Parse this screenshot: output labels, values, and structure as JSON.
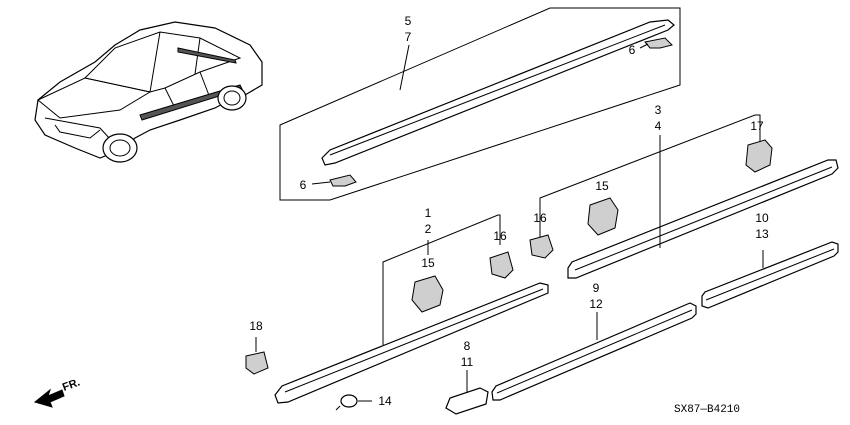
{
  "labels": {
    "p5": "5",
    "p7": "7",
    "p6a": "6",
    "p6b": "6",
    "p3": "3",
    "p4": "4",
    "p17": "17",
    "p15a": "15",
    "p16a": "16",
    "p1": "1",
    "p2": "2",
    "p16b": "16",
    "p15b": "15",
    "p10": "10",
    "p13": "13",
    "p9": "9",
    "p12": "12",
    "p18": "18",
    "p8": "8",
    "p11": "11",
    "p14": "14"
  },
  "direction_label": "FR.",
  "diagram_code": "SX87—B4210"
}
